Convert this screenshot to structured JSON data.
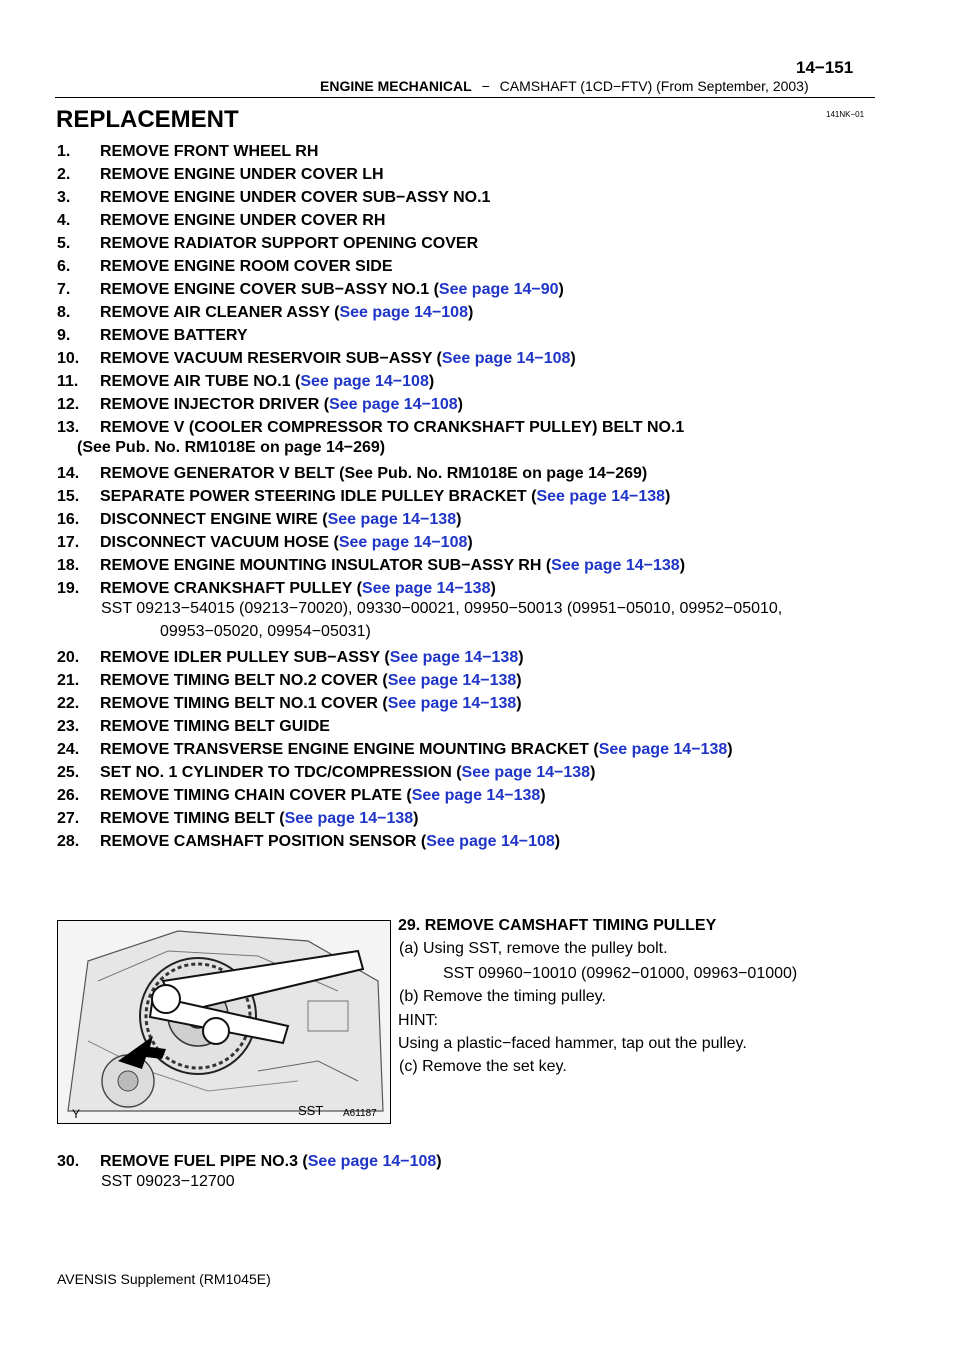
{
  "header": {
    "title": "ENGINE MECHANICAL",
    "dash": "−",
    "subtitle": "CAMSHAFT (1CD−FTV) (From September, 2003)",
    "page_number": "14−151",
    "doc_id": "141NK−01"
  },
  "section_title": "REPLACEMENT",
  "steps": [
    {
      "num": "1.",
      "text": "REMOVE FRONT WHEEL RH"
    },
    {
      "num": "2.",
      "text": "REMOVE ENGINE UNDER COVER LH"
    },
    {
      "num": "3.",
      "text": "REMOVE ENGINE UNDER COVER SUB−ASSY NO.1"
    },
    {
      "num": "4.",
      "text": "REMOVE ENGINE UNDER COVER RH"
    },
    {
      "num": "5.",
      "text": "REMOVE RADIATOR SUPPORT OPENING COVER"
    },
    {
      "num": "6.",
      "text": "REMOVE ENGINE ROOM COVER SIDE"
    },
    {
      "num": "7.",
      "text": "REMOVE ENGINE COVER SUB−ASSY NO.1 (",
      "link": "See page 14−90",
      "close": ")"
    },
    {
      "num": "8.",
      "text": "REMOVE AIR CLEANER ASSY (",
      "link": "See page 14−108",
      "close": ")"
    },
    {
      "num": "9.",
      "text": "REMOVE BATTERY"
    },
    {
      "num": "10.",
      "text": "REMOVE VACUUM RESERVOIR SUB−ASSY (",
      "link": "See page 14−108",
      "close": ")"
    },
    {
      "num": "11.",
      "text": "REMOVE AIR TUBE NO.1 (",
      "link": "See page 14−108",
      "close": ")"
    },
    {
      "num": "12.",
      "text": "REMOVE INJECTOR DRIVER (",
      "link": "See page 14−108",
      "close": ")"
    },
    {
      "num": "13.",
      "text": "REMOVE V (COOLER COMPRESSOR TO CRANKSHAFT PULLEY) BELT NO.1"
    },
    {
      "num": "14.",
      "text": "REMOVE GENERATOR V BELT (See Pub. No. RM1018E on page 14−269)"
    },
    {
      "num": "15.",
      "text": "SEPARATE POWER STEERING IDLE PULLEY BRACKET (",
      "link": "See page 14−138",
      "close": ")"
    },
    {
      "num": "16.",
      "text": "DISCONNECT ENGINE WIRE (",
      "link": "See page 14−138",
      "close": ")"
    },
    {
      "num": "17.",
      "text": "DISCONNECT VACUUM HOSE (",
      "link": "See page 14−108",
      "close": ")"
    },
    {
      "num": "18.",
      "text": "REMOVE ENGINE MOUNTING INSULATOR SUB−ASSY RH (",
      "link": "See page 14−138",
      "close": ")"
    },
    {
      "num": "19.",
      "text": "REMOVE CRANKSHAFT PULLEY (",
      "link": "See page 14−138",
      "close": ")"
    },
    {
      "num": "20.",
      "text": "REMOVE IDLER PULLEY SUB−ASSY (",
      "link": "See page 14−138",
      "close": ")"
    },
    {
      "num": "21.",
      "text": "REMOVE TIMING BELT NO.2 COVER (",
      "link": "See page 14−138",
      "close": ")"
    },
    {
      "num": "22.",
      "text": "REMOVE TIMING BELT NO.1 COVER (",
      "link": "See page 14−138",
      "close": ")"
    },
    {
      "num": "23.",
      "text": "REMOVE TIMING BELT GUIDE"
    },
    {
      "num": "24.",
      "text": "REMOVE TRANSVERSE ENGINE ENGINE MOUNTING BRACKET (",
      "link": "See page 14−138",
      "close": ")"
    },
    {
      "num": "25.",
      "text": "SET NO. 1 CYLINDER TO TDC/COMPRESSION (",
      "link": "See page 14−138",
      "close": ")"
    },
    {
      "num": "26.",
      "text": "REMOVE TIMING CHAIN COVER PLATE (",
      "link": "See page 14−138",
      "close": ")"
    },
    {
      "num": "27.",
      "text": "REMOVE TIMING BELT (",
      "link": "See page 14−138",
      "close": ")"
    },
    {
      "num": "28.",
      "text": "REMOVE CAMSHAFT POSITION SENSOR (",
      "link": "See page 14−108",
      "close": ")"
    }
  ],
  "step13_cont": "(See Pub. No. RM1018E on page 14−269)",
  "step19_sst": {
    "line1": "SST   09213−54015 (09213−70020), 09330−00021, 09950−50013 (09951−05010, 09952−05010,",
    "line2": "09953−05020, 09954−05031)"
  },
  "figure": {
    "code": "A61187",
    "sst_label": "SST",
    "corner_mark": "Y"
  },
  "step29": {
    "title": "29.   REMOVE CAMSHAFT TIMING PULLEY",
    "a": "(a)     Using SST, remove the pulley bolt.",
    "a_sst": "SST     09960−10010 (09962−01000, 09963−01000)",
    "b": "(b)     Remove the timing pulley.",
    "hint_label": "HINT:",
    "hint": "Using a plastic−faced hammer, tap out the pulley.",
    "c": "(c)     Remove the set key."
  },
  "step30": {
    "num": "30.",
    "text": "REMOVE FUEL PIPE NO.3 (",
    "link": "See page 14−108",
    "close": ")",
    "sst": "SST     09023−12700"
  },
  "footer": "AVENSIS Supplement (RM1045E)"
}
